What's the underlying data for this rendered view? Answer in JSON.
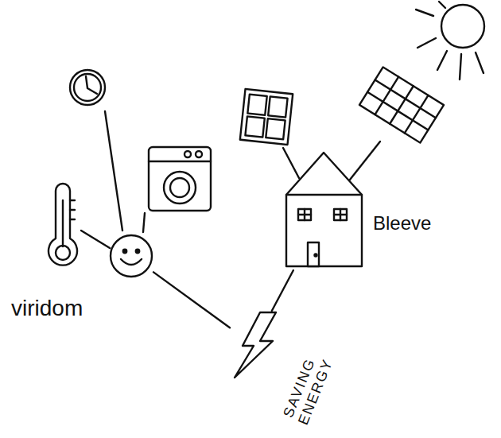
{
  "diagram": {
    "nodes": [
      {
        "text": [
          "viridom"
        ]
      },
      {
        "text": [
          "Bleeve"
        ]
      },
      {
        "text": [
          "SAVING ENERGY"
        ]
      }
    ],
    "edges": [
      {
        "from": 0,
        "to": 2,
        "arrow": "none"
      },
      {
        "from": 1,
        "to": 2,
        "arrow": "none"
      }
    ]
  }
}
